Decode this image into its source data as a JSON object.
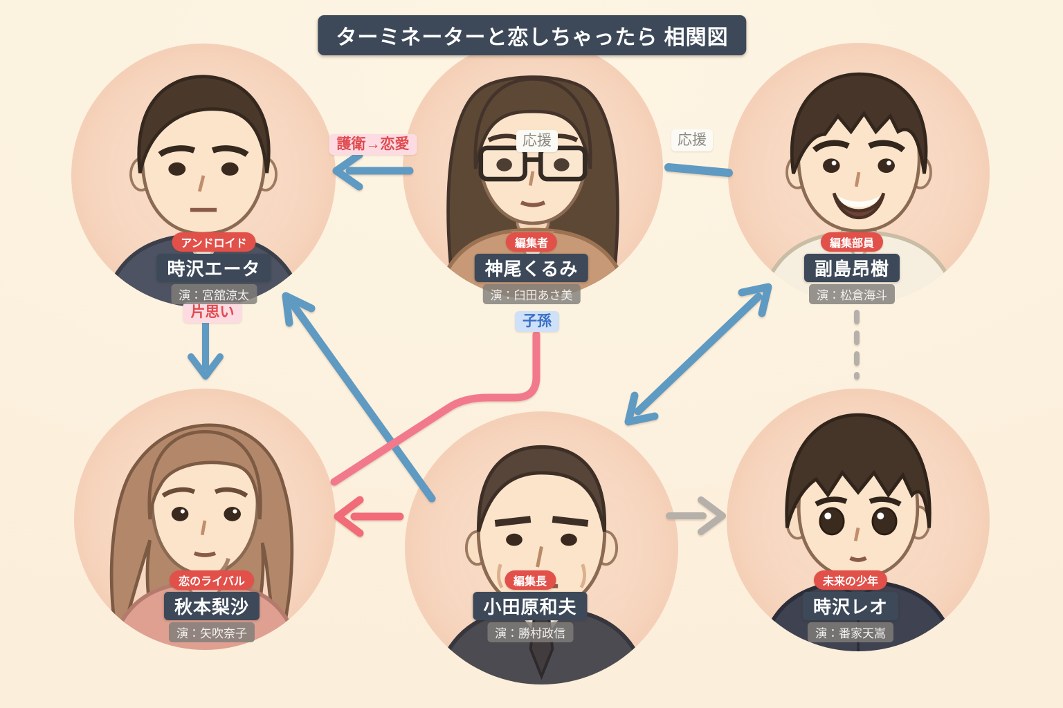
{
  "title": "ターミネーターと恋しちゃったら 相関図",
  "characters": [
    {
      "role": "アンドロイド",
      "name": "時沢エータ",
      "cast": "演：宮舘涼太"
    },
    {
      "role": "編集者",
      "name": "神尾くるみ",
      "cast": "演：臼田あさ美"
    },
    {
      "role": "編集部員",
      "name": "副島昂樹",
      "cast": "演：松倉海斗"
    },
    {
      "role": "恋のライバル",
      "name": "秋本梨沙",
      "cast": "演：矢吹奈子"
    },
    {
      "role": "編集長",
      "name": "小田原和夫",
      "cast": "演：勝村政信"
    },
    {
      "role": "未来の少年",
      "name": "時沢レオ",
      "cast": "演：番家天嵩"
    }
  ],
  "relation_labels": {
    "goei_renai": "護衛→恋愛",
    "ouen_center": "応援",
    "ouen_right": "応援",
    "kataomoi": "片思い",
    "shison": "子孫"
  },
  "colors": {
    "background": "#fcf1de",
    "portrait_bg": "#f8d9c3",
    "blue_arrow": "#5f9ac2",
    "pink_line": "#f2798c",
    "red_arrow": "#f16b79",
    "gray_arrow": "#b6b0ab",
    "badge_red": "#e2504a",
    "name_bg": "#3d4959",
    "title_bg": "#3d4959",
    "label_pink_bg": "#fcdce2",
    "label_pink_text": "#e04b51",
    "label_blue_bg": "#cfe1f8",
    "label_blue_text": "#3a6fc4",
    "label_white_bg": "#fbfaf5",
    "label_gray_text": "#8b8982"
  }
}
